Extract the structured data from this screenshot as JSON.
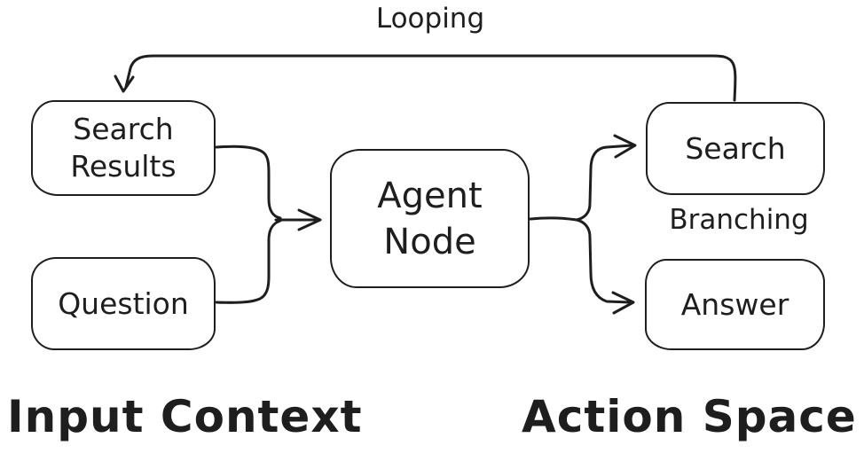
{
  "diagram": {
    "nodes": {
      "search_results": {
        "label": "Search\nResults"
      },
      "question": {
        "label": "Question"
      },
      "agent": {
        "label": "Agent\nNode"
      },
      "search": {
        "label": "Search"
      },
      "answer": {
        "label": "Answer"
      }
    },
    "annotations": {
      "looping": {
        "label": "Looping"
      },
      "branching": {
        "label": "Branching"
      }
    },
    "sections": {
      "input_context": {
        "label": "Input Context"
      },
      "action_space": {
        "label": "Action Space"
      }
    },
    "colors": {
      "stroke": "#1e1e1e",
      "background": "#ffffff"
    }
  }
}
